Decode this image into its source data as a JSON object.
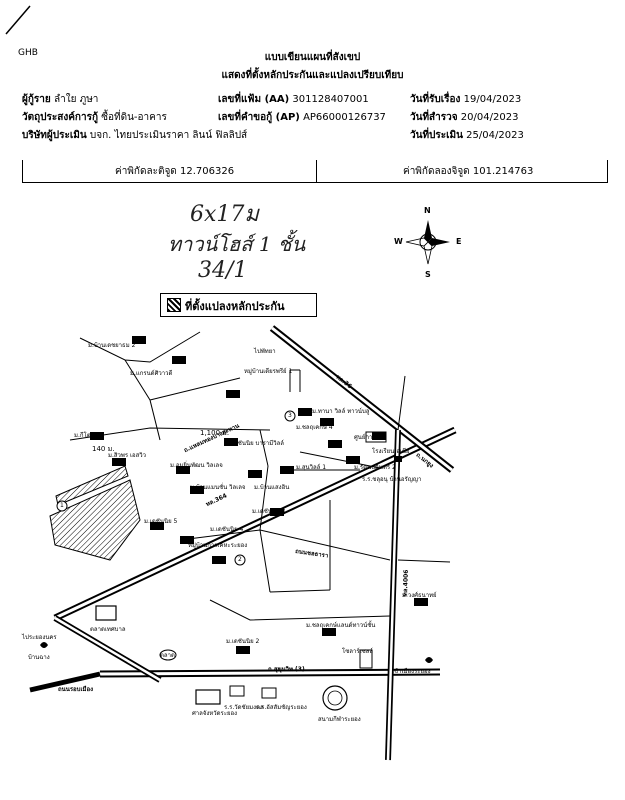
{
  "header": {
    "org": "GHB",
    "title_line1": "แบบเขียนแผนที่สังเขป",
    "title_line2": "แสดงที่ตั้งหลักประกันและแปลงเปรียบเทียบ"
  },
  "info": {
    "applicant_label": "ผู้กู้ราย",
    "applicant_value": "ลำใย ภูษา",
    "purpose_label": "วัตถุประสงค์การกู้",
    "purpose_value": "ซื้อที่ดิน-อาคาร",
    "appraiser_label": "บริษัทผู้ประเมิน",
    "appraiser_value": "บจก. ไทยประเมินราคา ลินน์ ฟิลลิปส์",
    "file_no_label": "เลขที่แฟ้ม (AA)",
    "file_no_value": "301128407001",
    "request_no_label": "เลขที่คำขอกู้ (AP)",
    "request_no_value": "AP66000126737",
    "received_label": "วันที่รับเรื่อง",
    "received_value": "19/04/2023",
    "survey_label": "วันที่สำรวจ",
    "survey_value": "20/04/2023",
    "appraisal_label": "วันที่ประเมิน",
    "appraisal_value": "25/04/2023"
  },
  "coords": {
    "lat_label": "ค่าพิกัดละติจูด",
    "lat_value": "12.706326",
    "lng_label": "ค่าพิกัดลองจิจูด",
    "lng_value": "101.214763"
  },
  "handwritten": {
    "size": "6x17ม",
    "type": "ทาวน์โฮส์ 1 ชั้น",
    "number": "34/1"
  },
  "compass": {
    "n": "N",
    "s": "S",
    "e": "E",
    "w": "W"
  },
  "legend": {
    "label": "ที่ตั้งแปลงหลักประกัน"
  },
  "map": {
    "labels": [
      "ม.บ้านเดชยาธม 2",
      "ม.แกรนด์ศิวาวดี",
      "หมู่บ้านเดียรพรีย์ 1",
      "ไปพัทยา",
      "ม.ทานา วิลล์ ทาวน์บลู",
      "ม.ชลฤเคกษ์ 4",
      "โรงเรียนเอเชีย",
      "ม.สุนวิลล์ 1",
      "ม.รัตนบดินทร์ 2",
      "ร.ร.ชลุอนุ บ้านอรัญญา",
      "ม.กีโต",
      "ม.สิวพร เอสวิว",
      "ม.อมยิ่นพัฒน วิลเลจ",
      "ม.บ้านแมนชั่น วิลเลจ",
      "ม.เดชันนิย บารามีวิลล์",
      "ม.บ้านแสงอิน",
      "ม.เดชันนิย 3",
      "ม.เดชันนิย 5",
      "ม.เดชันนิย 4",
      "หมู่บ้านการเคหะระยอง",
      "ม.วงศ์ธนาทย์",
      "ม.ชลฤเคกษ์แลนด์ทาวน์ชั้น",
      "ตลาดเทศบาล",
      "ไประยองนคร",
      "บ้านฉาง",
      "ม.เดชันนิย 2",
      "โซลาร์เซลล์",
      "เข้าเมืองระยอง",
      "ศาลจังหวัดระยอง",
      "ร.ร.วัดชัยมงคล",
      "ร.ร.อัสสัมชัญระยอง",
      "สนามกีฬาระยอง",
      "ตลาด",
      "ศูนย์การค้า"
    ],
    "roads": [
      "ถ.สุขุมวิท (3)",
      "ทล.4006",
      "ถ.แหลมทองบางสะพาน",
      "ทล.364",
      "ทล.36",
      "ถ.นกยูง",
      "ถนนชลธารา",
      "ถนนรอบเมือง"
    ],
    "distances": [
      "1,100 ม.",
      "140 ม."
    ],
    "markers": [
      "1",
      "2",
      "3"
    ]
  }
}
